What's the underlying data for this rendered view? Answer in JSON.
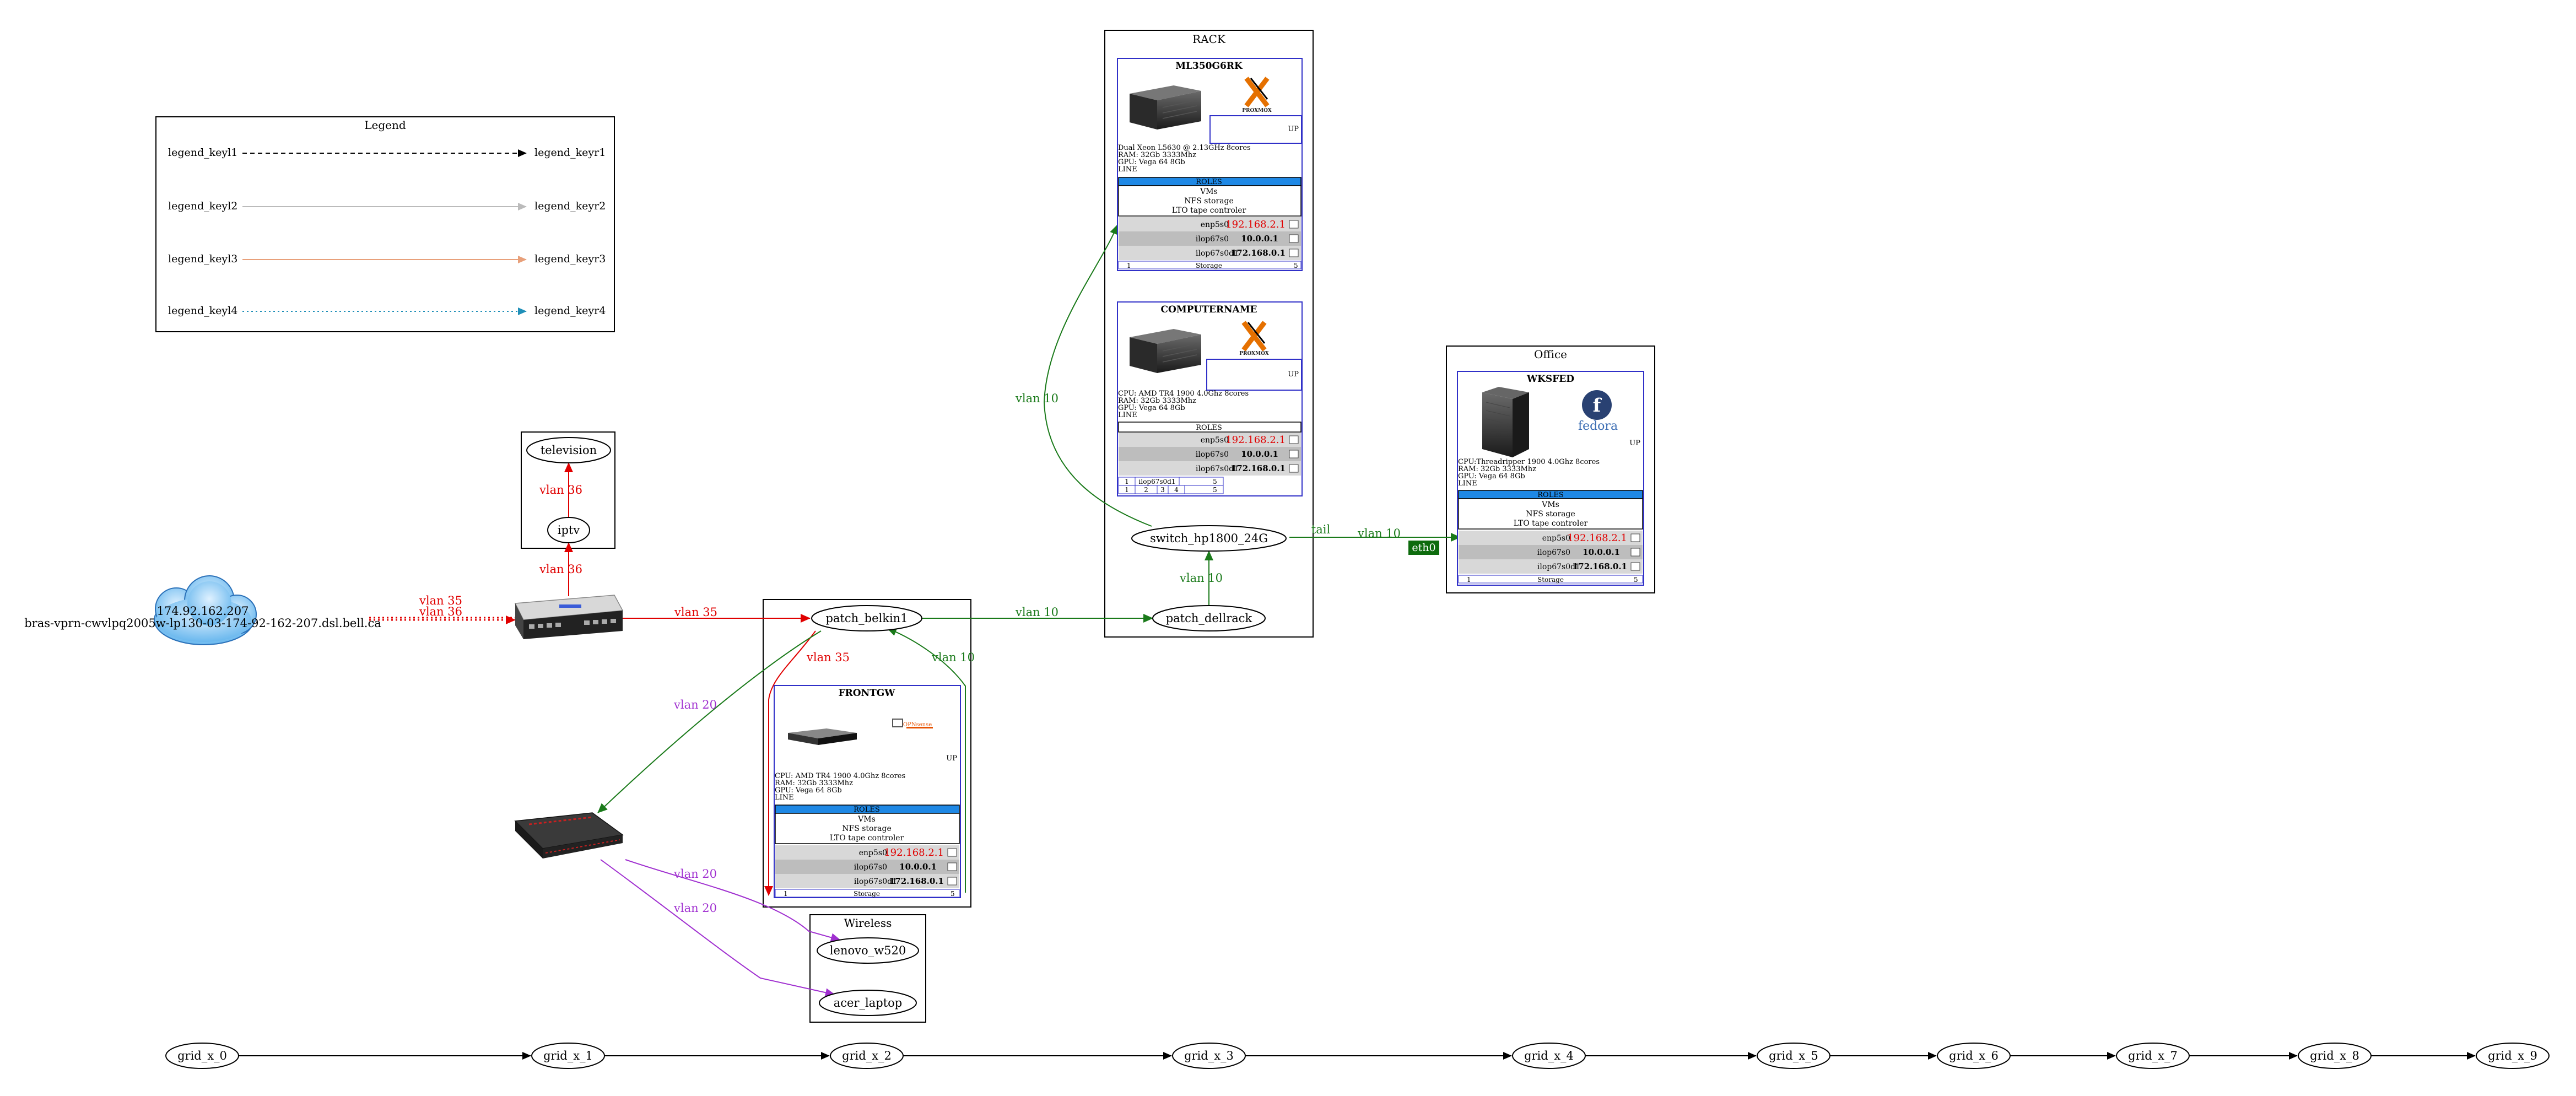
{
  "legend": {
    "title": "Legend",
    "keys_left": [
      "legend_keyl1",
      "legend_keyl2",
      "legend_keyl3",
      "legend_keyl4"
    ],
    "keys_right": [
      "legend_keyr1",
      "legend_keyr2",
      "legend_keyr3",
      "legend_keyr4"
    ],
    "colors": [
      "#000000",
      "#bbbbbb",
      "#e8a07a",
      "#1f8fb8"
    ]
  },
  "clusters": {
    "rack": "RACK",
    "office": "Office",
    "wireless": "Wireless"
  },
  "nodes": {
    "cloud_ip": "174.92.162.207",
    "cloud_host": "bras-vprn-cwvlpq2005w-lp130-03-174-92-162-207.dsl.bell.ca",
    "television": "television",
    "iptv": "iptv",
    "patch_belkin1": "patch_belkin1",
    "patch_dellrack": "patch_dellrack",
    "switch": "switch_hp1800_24G",
    "eth0": "eth0",
    "lenovo": "lenovo_w520",
    "acer": "acer_laptop"
  },
  "edges": {
    "vlan35": "vlan 35",
    "vlan36": "vlan 36",
    "vlan10": "vlan 10",
    "vlan20": "vlan 20",
    "tail": "tail"
  },
  "servers": {
    "ml350": {
      "title": "ML350G6RK",
      "logo": "PROXMOX",
      "status": "UP",
      "specs": [
        "Dual Xeon L5630 @ 2.13GHz 8cores",
        "RAM: 32Gb 3333Mhz",
        "GPU: Vega 64 8Gb",
        "LINE"
      ],
      "roles_header": "ROLES",
      "roles": [
        "VMs",
        "NFS storage",
        "LTO tape controler"
      ],
      "ifaces": [
        {
          "name": "enp5s0",
          "ip": "192.168.2.1"
        },
        {
          "name": "ilop67s0",
          "ip": "10.0.0.1"
        },
        {
          "name": "ilop67s0d1",
          "ip": "172.168.0.1"
        }
      ],
      "storage": {
        "left": "1",
        "label": "Storage",
        "right": "5"
      }
    },
    "computername": {
      "title": "COMPUTERNAME",
      "logo": "PROXMOX",
      "status": "UP",
      "specs": [
        "CPU: AMD TR4 1900 4.0Ghz 8cores",
        "RAM: 32Gb 3333Mhz",
        "GPU: Vega 64 8Gb",
        "LINE"
      ],
      "roles_header": "ROLES",
      "ifaces": [
        {
          "name": "enp5s0",
          "ip": "192.168.2.1"
        },
        {
          "name": "ilop67s0",
          "ip": "10.0.0.1"
        },
        {
          "name": "ilop67s0d1",
          "ip": "172.168.0.1"
        }
      ],
      "grid_row1": [
        "1",
        "ilop67s0d1",
        "5"
      ],
      "grid_row2": [
        "1",
        "2",
        "3",
        "4",
        "5"
      ]
    },
    "wksfed": {
      "title": "WKSFED",
      "logo": "fedora",
      "status": "UP",
      "specs": [
        "CPU:Threadripper 1900 4.0Ghz 8cores",
        "RAM: 32Gb 3333Mhz",
        "GPU: Vega 64 8Gb",
        "LINE"
      ],
      "roles_header": "ROLES",
      "roles": [
        "VMs",
        "NFS storage",
        "LTO tape controler"
      ],
      "ifaces": [
        {
          "name": "enp5s0",
          "ip": "192.168.2.1"
        },
        {
          "name": "ilop67s0",
          "ip": "10.0.0.1"
        },
        {
          "name": "ilop67s0d1",
          "ip": "172.168.0.1"
        }
      ],
      "storage": {
        "left": "1",
        "label": "Storage",
        "right": "5"
      }
    },
    "frontgw": {
      "title": "FRONTGW",
      "logo": "OPNsense",
      "status": "UP",
      "specs": [
        "CPU: AMD TR4 1900 4.0Ghz 8cores",
        "RAM: 32Gb 3333Mhz",
        "GPU: Vega 64 8Gb",
        "LINE"
      ],
      "roles_header": "ROLES",
      "roles": [
        "VMs",
        "NFS storage",
        "LTO tape controler"
      ],
      "ifaces": [
        {
          "name": "enp5s0",
          "ip": "192.168.2.1"
        },
        {
          "name": "ilop67s0",
          "ip": "10.0.0.1"
        },
        {
          "name": "ilop67s0d1",
          "ip": "172.168.0.1"
        }
      ],
      "storage": {
        "left": "1",
        "label": "Storage",
        "right": "5"
      }
    }
  },
  "grid": [
    "grid_x_0",
    "grid_x_1",
    "grid_x_2",
    "grid_x_3",
    "grid_x_4",
    "grid_x_5",
    "grid_x_6",
    "grid_x_7",
    "grid_x_8",
    "grid_x_9"
  ],
  "colors": {
    "red": "#e00000",
    "green": "#1a7a1a",
    "purple": "#a030d0",
    "blue_frame": "#3030c8",
    "roles_blue": "#1e88e5",
    "eth0_bg": "#0d6b0d"
  }
}
